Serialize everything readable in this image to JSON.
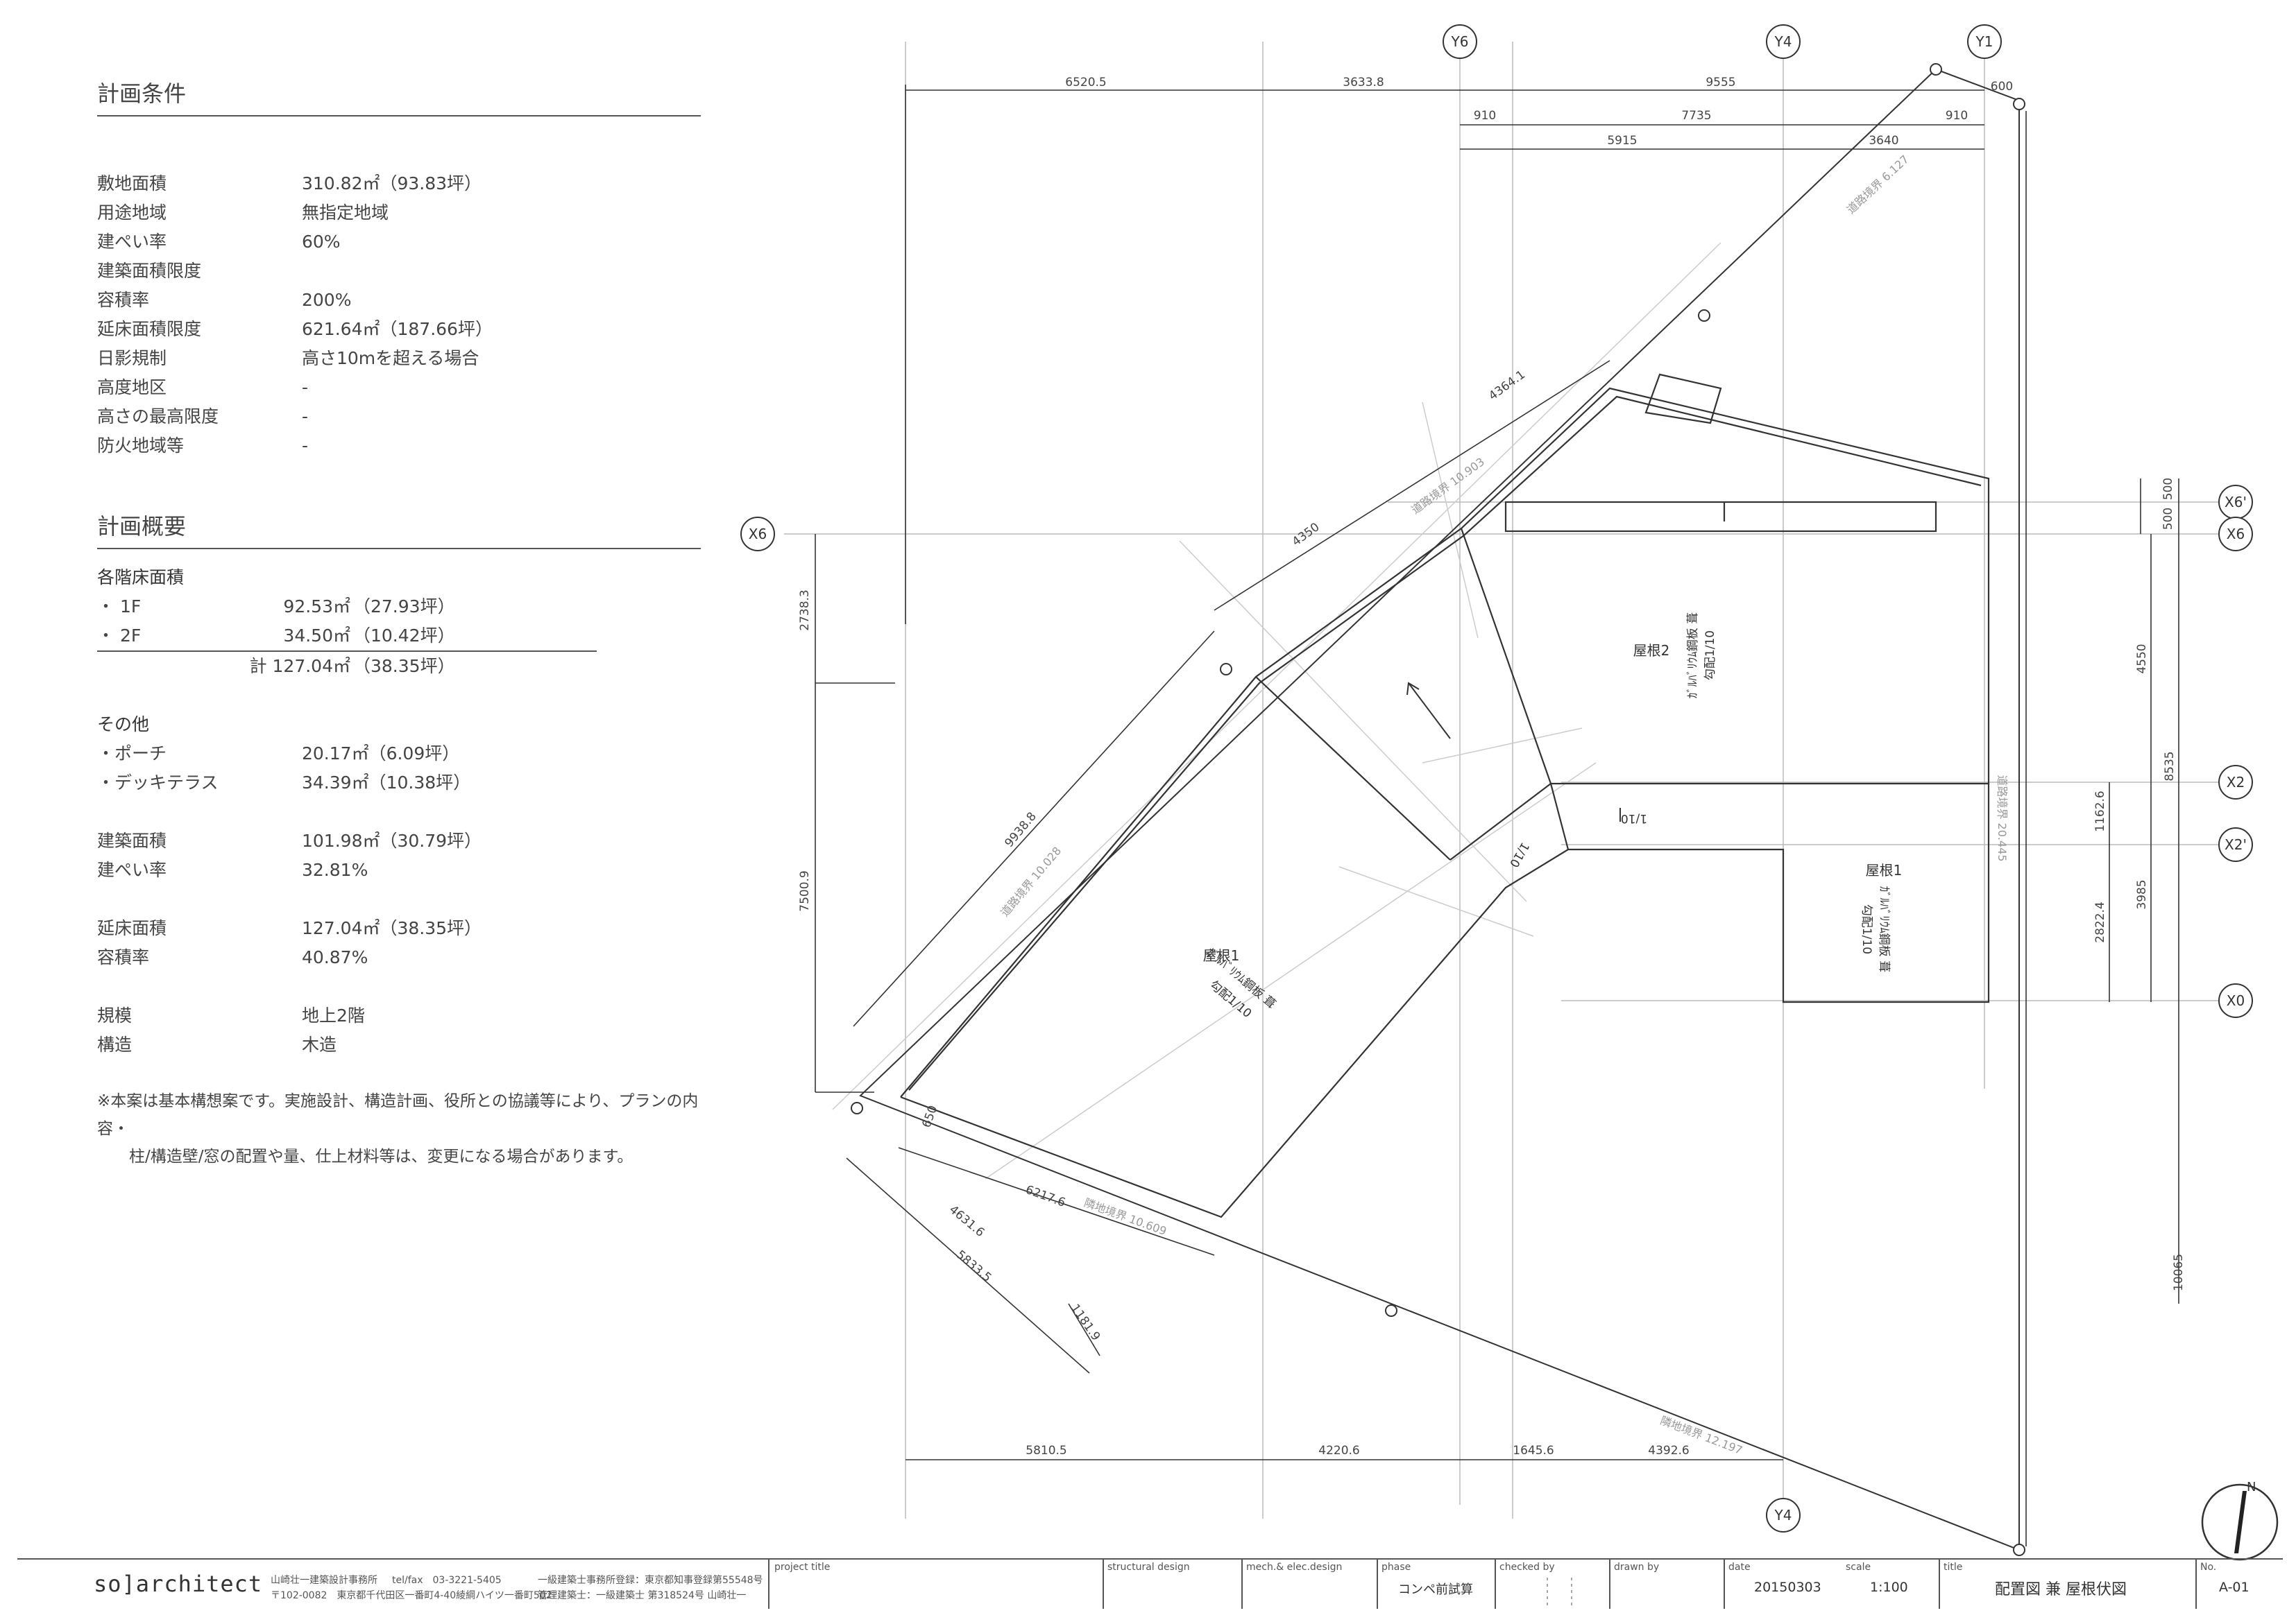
{
  "conditions": {
    "title": "計画条件",
    "rows": [
      {
        "k": "敷地面積",
        "v": "310.82㎡（93.83坪）"
      },
      {
        "k": "用途地域",
        "v": "無指定地域"
      },
      {
        "k": "建ぺい率",
        "v": "60%"
      },
      {
        "k": "建築面積限度",
        "v": ""
      },
      {
        "k": "容積率",
        "v": "200%"
      },
      {
        "k": "延床面積限度",
        "v": "621.64㎡（187.66坪）"
      },
      {
        "k": "日影規制",
        "v": "高さ10mを超える場合"
      },
      {
        "k": "高度地区",
        "v": "-"
      },
      {
        "k": "高さの最高限度",
        "v": "-"
      },
      {
        "k": "防火地域等",
        "v": "-"
      }
    ]
  },
  "summary": {
    "title": "計画概要",
    "floor_area_label": "各階床面積",
    "f1": {
      "k": "・ 1F",
      "num": "92.53㎡",
      "tsubo": "（27.93坪）"
    },
    "f2": {
      "k": "・ 2F",
      "num": "34.50㎡",
      "tsubo": "（10.42坪）"
    },
    "total": {
      "num": "計 127.04㎡",
      "tsubo": "（38.35坪）"
    },
    "other_label": "その他",
    "porch": {
      "k": "・ポーチ",
      "v": "20.17㎡（6.09坪）"
    },
    "deck": {
      "k": "・デッキテラス",
      "v": "34.39㎡（10.38坪）"
    },
    "building_area": {
      "k": "建築面積",
      "v": "101.98㎡（30.79坪）"
    },
    "coverage": {
      "k": "建ぺい率",
      "v": "32.81%"
    },
    "total_floor": {
      "k": "延床面積",
      "v": "127.04㎡（38.35坪）"
    },
    "far": {
      "k": "容積率",
      "v": "40.87%"
    },
    "scale": {
      "k": "規模",
      "v": "地上2階"
    },
    "structure": {
      "k": "構造",
      "v": "木造"
    }
  },
  "note": {
    "line1": "※本案は基本構想案です。実施設計、構造計画、役所との協議等により、プランの内容・",
    "line2": "柱/構造壁/窓の配置や量、仕上材料等は、変更になる場合があります。"
  },
  "drawing": {
    "grid_labels": {
      "y6": "Y6",
      "y4_top": "Y4",
      "y1": "Y1",
      "y4_bottom": "Y4",
      "x6_left": "X6",
      "x6p": "X6'",
      "x6_right": "X6",
      "x2": "X2",
      "x2p": "X2'",
      "x0": "X0"
    },
    "dims_top": {
      "d1": "6520.5",
      "d2": "3633.8",
      "d3": "9555",
      "d4": "910",
      "d5": "7735",
      "d6": "910",
      "d7": "5915",
      "d8": "3640",
      "d600": "600"
    },
    "dims_bottom": {
      "d1": "5810.5",
      "d2": "4220.6",
      "d3": "1645.6",
      "d4": "4392.6"
    },
    "dims_left": {
      "d1": "2738.3",
      "d2": "7500.9"
    },
    "dims_right": {
      "d1": "500",
      "d2": "500",
      "d3": "4550",
      "d4": "8535",
      "d5": "1162.6",
      "d6": "3985",
      "d7": "2822.4",
      "d8": "10065"
    },
    "dims_diag": {
      "d1": "4364.1",
      "d2": "4350",
      "d3": "9938.8",
      "d4": "6217.6",
      "d5": "4631.6",
      "d6": "5833.5",
      "d7": "1181.9",
      "d8": "650"
    },
    "boundaries": {
      "b1": "道路境界 6.127",
      "b2": "道路境界 10.903",
      "b3": "道路境界 10.028",
      "b4": "隣地境界 10.609",
      "b5": "隣地境界 12.197",
      "b6": "道路境界 20.445"
    },
    "roofs": {
      "roof2_name": "屋根2",
      "roof2_spec1": "ｶﾞﾙﾊﾞﾘｳﾑ鋼板 葺",
      "roof2_spec2": "勾配1/10",
      "roof1a_name": "屋根1",
      "roof1a_spec1": "ｶﾞﾙﾊﾞﾘｳﾑ鋼板 葺",
      "roof1a_spec2": "勾配1/10",
      "roof1b_name": "屋根1",
      "roof1b_spec1": "ｶﾞﾙﾊﾞﾘｳﾑ鋼板 葺",
      "roof1b_spec2": "勾配1/10",
      "slope_a": "1/10",
      "slope_b": "1/10"
    }
  },
  "titleblock": {
    "logo": "so]architect",
    "office1": "山崎壮一建築設計事務所",
    "office_tel": "tel/fax　03-3221-5405",
    "office_addr": "〒102-0082　東京都千代田区一番町4-40綾綱ハイツ一番町502",
    "reg1": "一級建築士事務所登録：東京都知事登録第55548号",
    "reg2": "管理建築士：一級建築士 第318524号 山崎壮一",
    "project_title_label": "project title",
    "structural_label": "structural design",
    "mech_label": "mech.& elec.design",
    "phase_label": "phase",
    "phase_value": "コンペ前試算",
    "checked_label": "checked by",
    "drawn_label": "drawn by",
    "date_label": "date",
    "date_value": "20150303",
    "scale_label": "scale",
    "scale_value": "1:100",
    "title_label": "title",
    "title_value": "配置図 兼 屋根伏図",
    "no_label": "No.",
    "no_value": "A-01",
    "north": "N"
  }
}
